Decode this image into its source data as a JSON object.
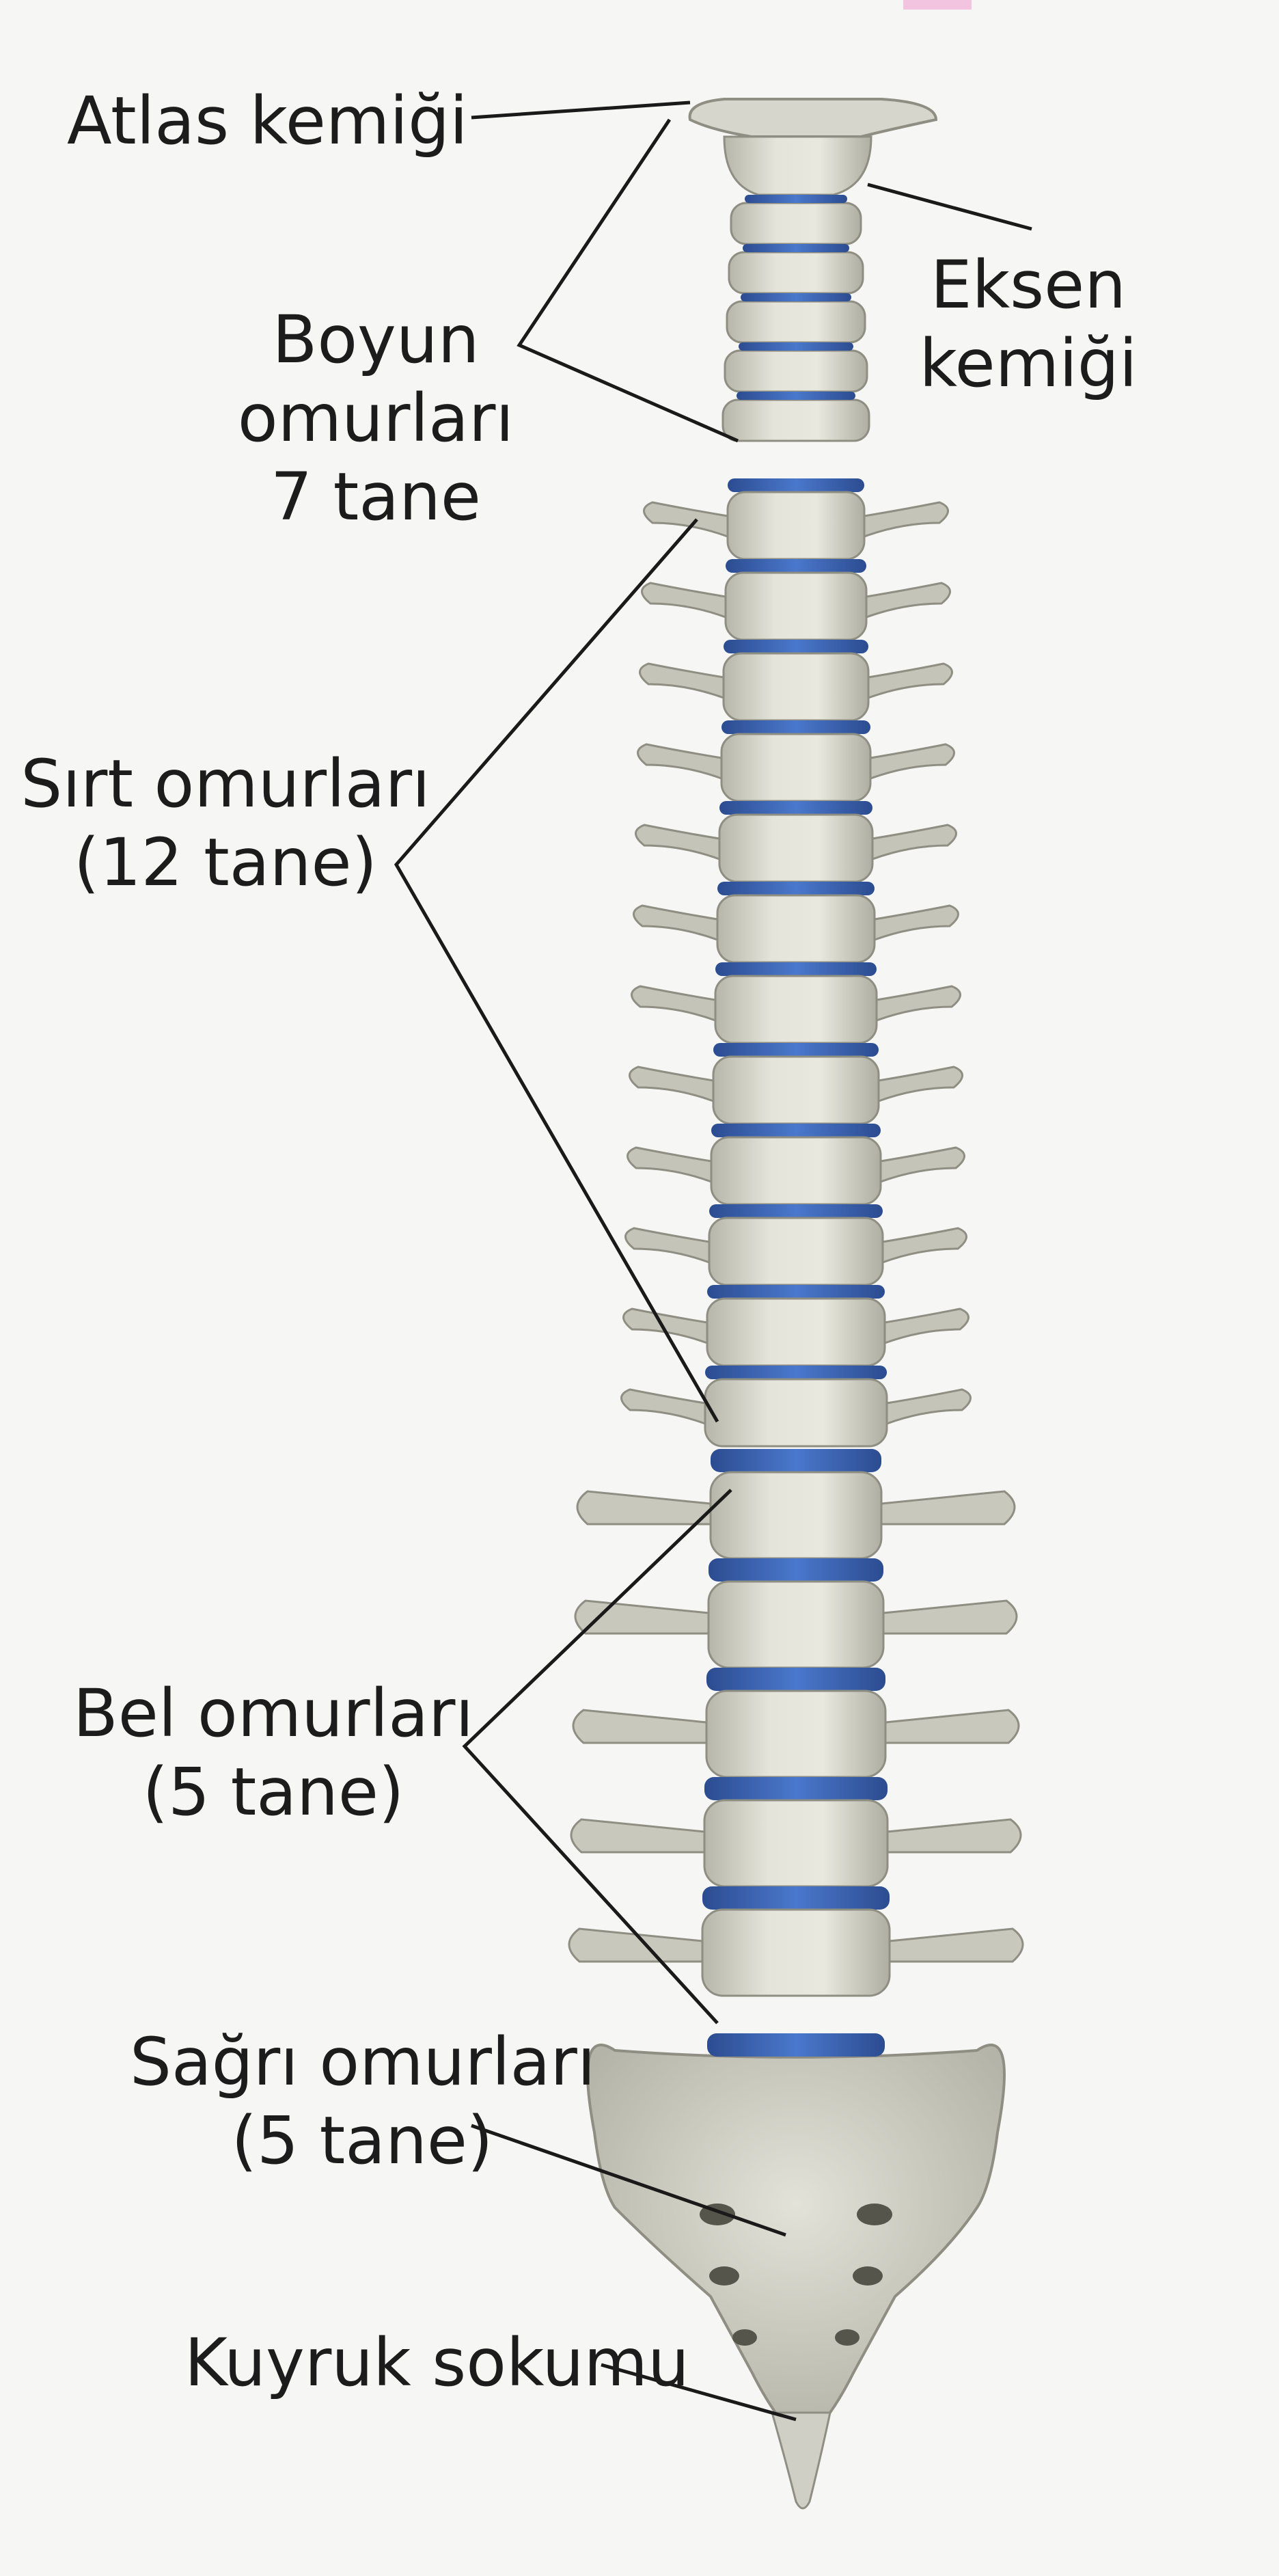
{
  "labels": {
    "atlas": "Atlas kemiği",
    "axis_line1": "Eksen",
    "axis_line2": "kemiği",
    "cervical_line1": "Boyun",
    "cervical_line2": "omurları",
    "cervical_line3": "7 tane",
    "thoracic_line1": "Sırt omurları",
    "thoracic_line2": "(12 tane)",
    "lumbar_line1": "Bel omurları",
    "lumbar_line2": "(5 tane)",
    "sacral_line1": "Sağrı omurları",
    "sacral_line2": "(5 tane)",
    "coccyx": "Kuyruk sokumu"
  },
  "colors": {
    "background": "#f6f6f4",
    "bone": "#dcdcd2",
    "bone_shadow": "#a8a89c",
    "disc": "#3c64b4",
    "leader_line": "#1a1a1a",
    "text": "#1c1c1c"
  }
}
